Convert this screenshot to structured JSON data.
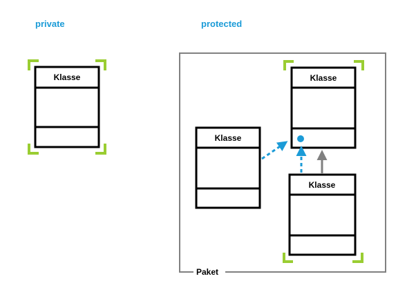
{
  "colors": {
    "heading": "#1b9bd7",
    "outline": "#000000",
    "package_border": "#808080",
    "selection_corner": "#9acd32",
    "dependency_arrow": "#1b9bd7",
    "generalization_arrow": "#808080",
    "member_marker": "#1b9bd7"
  },
  "sections": {
    "private_label": "private",
    "protected_label": "protected"
  },
  "package": {
    "label": "Paket"
  },
  "classes": {
    "private_class": {
      "name": "Klasse",
      "selected": true
    },
    "target_class": {
      "name": "Klasse",
      "selected": true,
      "member_marker": "circle"
    },
    "dependent_class": {
      "name": "Klasse",
      "selected": false
    },
    "subclass": {
      "name": "Klasse",
      "selected": true
    }
  },
  "relations": [
    {
      "from": "dependent_class",
      "to": "target_class",
      "kind": "dependency",
      "style": "dashed"
    },
    {
      "from": "subclass",
      "to": "target_class member",
      "kind": "dependency",
      "style": "dashed"
    },
    {
      "from": "subclass",
      "to": "target_class",
      "kind": "generalization",
      "style": "solid"
    }
  ]
}
